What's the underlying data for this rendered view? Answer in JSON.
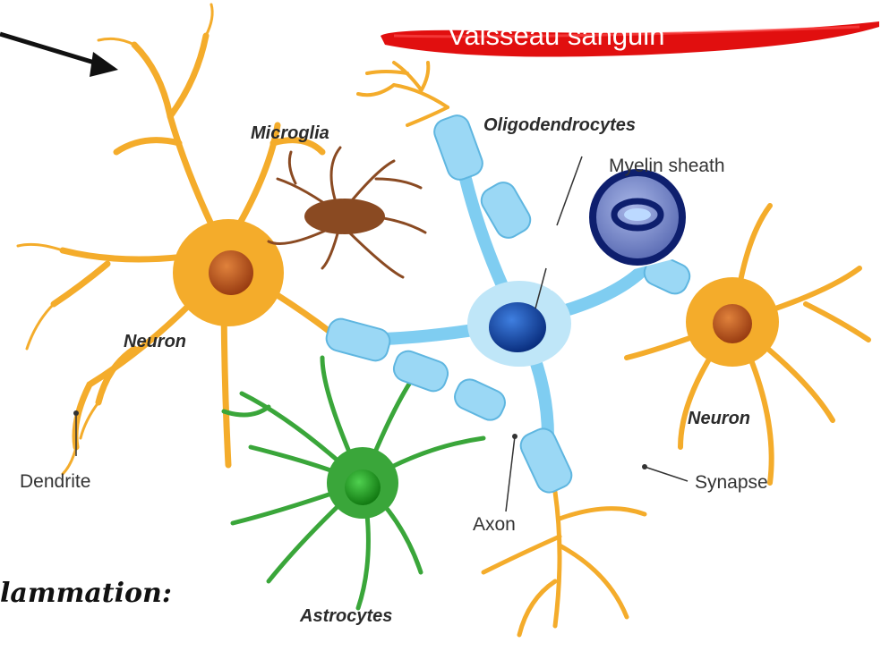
{
  "labels": {
    "vessel": "Vaisseau sanguin",
    "oligodendrocytes": "Oligodendrocytes",
    "myelin_sheath": "Myelin sheath",
    "microglia": "Microglia",
    "neuron_left": "Neuron",
    "neuron_right": "Neuron",
    "dendrite": "Dendrite",
    "synapse": "Synapse",
    "axon": "Axon",
    "astrocytes": "Astrocytes",
    "inflammation_partial": "lammation:"
  },
  "colors": {
    "vessel": "#e10f0f",
    "neuron": "#f4ac2b",
    "neuron_nucleus": "#c1561b",
    "microglia": "#8a4a22",
    "oligodendrocyte": "#7fcdf1",
    "oligo_nucleus": "#0f4fb0",
    "astrocyte": "#3aa63a",
    "red_blood_cell": "#6d7fbf"
  }
}
